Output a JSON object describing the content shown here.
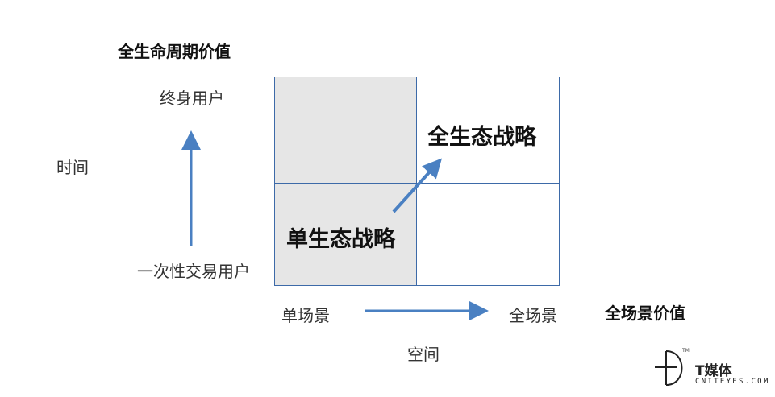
{
  "labels": {
    "top_title": "全生命周期价值",
    "right_title": "全场景价值",
    "y_top": "终身用户",
    "y_bottom": "一次性交易用户",
    "y_axis": "时间",
    "x_left": "单场景",
    "x_right": "全场景",
    "x_axis": "空间"
  },
  "quadrants": {
    "bottom_left": "单生态战略",
    "top_right": "全生态战略"
  },
  "logo": {
    "name": "T媒体",
    "site": "CNITEYES.COM",
    "tm": "TM"
  },
  "colors": {
    "arrow": "#4a80c2",
    "border": "#3d6aa8",
    "grey_fill": "#e6e6e6"
  }
}
